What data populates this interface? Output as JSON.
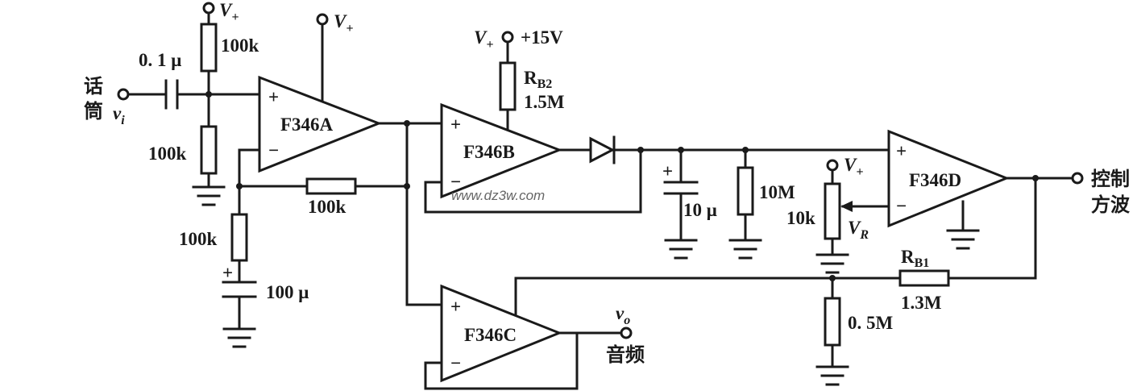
{
  "amplifiers": {
    "a": "F346A",
    "b": "F346B",
    "c": "F346C",
    "d": "F346D"
  },
  "supply": {
    "vplus": "V",
    "vplus_sub": "+",
    "v15": "+15V"
  },
  "input": {
    "label_line1": "话",
    "label_line2": "筒",
    "signal": "v",
    "signal_sub": "i"
  },
  "outputs": {
    "audio_signal": "v",
    "audio_signal_sub": "o",
    "audio_label": "音频",
    "control_label_line1": "控制",
    "control_label_line2": "方波"
  },
  "components": {
    "c_in": "0. 1 μ",
    "r_bias_top": "100k",
    "r_bias_bottom": "100k",
    "r_feedback": "100k",
    "r_gain": "100k",
    "c_gain": "100 μ",
    "rb2_name": "R",
    "rb2_sub": "B2",
    "rb2_value": "1.5M",
    "c_hold": "10 μ",
    "r_hold": "10M",
    "pot_value": "10k",
    "pot_name": "V",
    "pot_sub": "R",
    "rb1_name": "R",
    "rb1_sub": "B1",
    "rb1_value": "1.3M",
    "r_bottom": "0. 5M"
  },
  "pins": {
    "plus": "+",
    "minus": "−"
  },
  "watermark": "www.dz3w.com"
}
